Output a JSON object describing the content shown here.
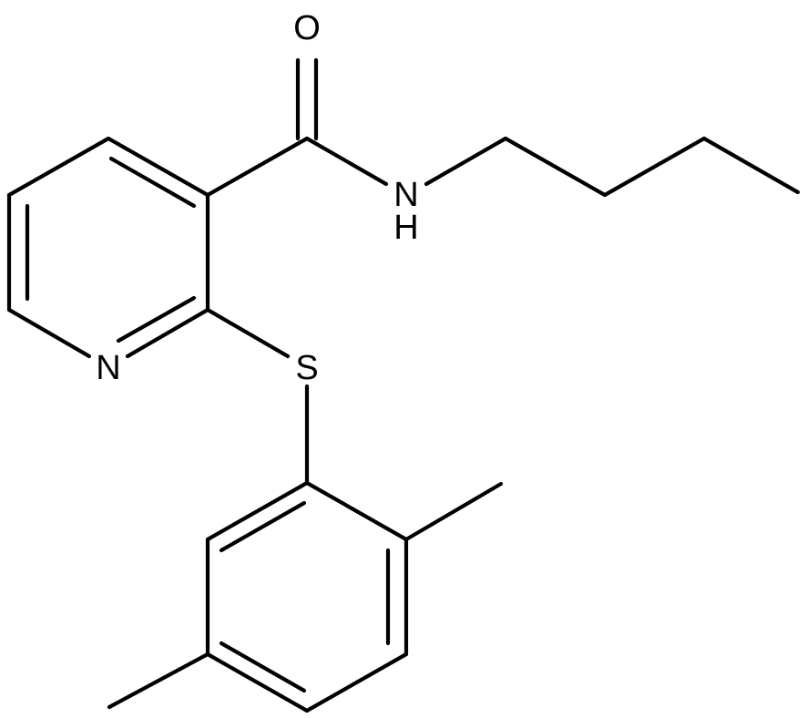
{
  "molecule": {
    "atoms": {
      "O": "O",
      "NH_N": "N",
      "NH_H": "H",
      "N_ring": "N",
      "S": "S"
    }
  },
  "colors": {
    "bond": "#000000",
    "background": "#ffffff"
  }
}
